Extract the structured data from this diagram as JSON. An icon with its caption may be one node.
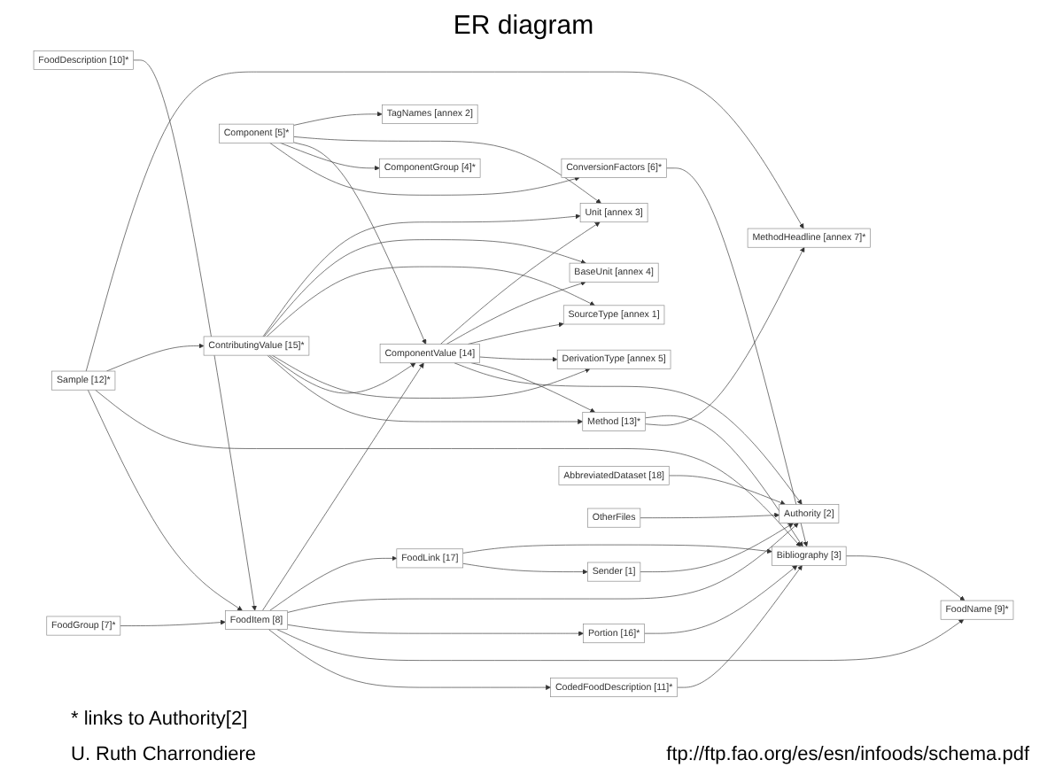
{
  "diagram": {
    "title": "ER diagram",
    "nodes": [
      {
        "text": [
          "CodedFoodDescription [11]*"
        ]
      },
      {
        "text": [
          "FoodGroup [7]*"
        ]
      },
      {
        "text": [
          "FoodName [9]*"
        ]
      },
      {
        "text": [
          "Portion [16]*"
        ]
      },
      {
        "text": [
          "Sender [1]"
        ]
      },
      {
        "text": [
          "FoodLink [17]"
        ]
      },
      {
        "text": [
          "FoodDescription [10]*"
        ]
      },
      {
        "text": [
          "FoodItem [8]"
        ]
      },
      {
        "text": [
          "Authority [2]"
        ]
      },
      {
        "text": [
          "AbbreviatedDataset [18]"
        ]
      },
      {
        "text": [
          "Bibliography [3]"
        ]
      },
      {
        "text": [
          "ConversionFactors [6]*"
        ]
      },
      {
        "text": [
          "OtherFiles"
        ]
      },
      {
        "text": [
          "Sample [12]*"
        ]
      },
      {
        "text": [
          "Method [13]*"
        ]
      },
      {
        "text": [
          "MethodHeadline [annex 7]*"
        ]
      },
      {
        "text": [
          "Component [5]*"
        ]
      },
      {
        "text": [
          "ComponentGroup [4]*"
        ]
      },
      {
        "text": [
          "ContributingValue [15]*"
        ]
      },
      {
        "text": [
          "ComponentValue [14]"
        ]
      },
      {
        "text": [
          "DerivationType [annex 5]"
        ]
      },
      {
        "text": [
          "Unit [annex 3]"
        ]
      },
      {
        "text": [
          "TagNames [annex 2]"
        ]
      },
      {
        "text": [
          "SourceType [annex 1]"
        ]
      },
      {
        "text": [
          "BaseUnit [annex 4]"
        ]
      }
    ],
    "edges": [
      {
        "from": 7,
        "to": 0,
        "arrow": "to"
      },
      {
        "from": 1,
        "to": 7,
        "arrow": "to"
      },
      {
        "from": 6,
        "to": 7,
        "arrow": "to"
      },
      {
        "from": 7,
        "to": 2,
        "arrow": "to"
      },
      {
        "from": 10,
        "to": 2,
        "arrow": "to"
      },
      {
        "from": 0,
        "to": 10,
        "arrow": "to"
      },
      {
        "from": 3,
        "to": 10,
        "arrow": "to"
      },
      {
        "from": 7,
        "to": 3,
        "arrow": "to"
      },
      {
        "from": 7,
        "to": 8,
        "arrow": "to"
      },
      {
        "from": 4,
        "to": 8,
        "arrow": "to"
      },
      {
        "from": 5,
        "to": 4,
        "arrow": "to"
      },
      {
        "from": 7,
        "to": 5,
        "arrow": "to"
      },
      {
        "from": 5,
        "to": 10,
        "arrow": "to"
      },
      {
        "from": 9,
        "to": 8,
        "arrow": "to"
      },
      {
        "from": 12,
        "to": 8,
        "arrow": "to"
      },
      {
        "from": 19,
        "to": 8,
        "arrow": "to"
      },
      {
        "from": 11,
        "to": 10,
        "arrow": "to"
      },
      {
        "from": 16,
        "to": 11,
        "arrow": "to"
      },
      {
        "from": 13,
        "to": 7,
        "arrow": "to"
      },
      {
        "from": 13,
        "to": 10,
        "arrow": "to"
      },
      {
        "from": 13,
        "to": 18,
        "arrow": "to"
      },
      {
        "from": 13,
        "to": 15,
        "arrow": "to"
      },
      {
        "from": 14,
        "to": 15,
        "arrow": "to"
      },
      {
        "from": 18,
        "to": 14,
        "arrow": "to"
      },
      {
        "from": 19,
        "to": 14,
        "arrow": "to"
      },
      {
        "from": 14,
        "to": 10,
        "arrow": "to"
      },
      {
        "from": 16,
        "to": 17,
        "arrow": "to"
      },
      {
        "from": 16,
        "to": 19,
        "arrow": "to"
      },
      {
        "from": 16,
        "to": 21,
        "arrow": "to"
      },
      {
        "from": 16,
        "to": 22,
        "arrow": "to"
      },
      {
        "from": 18,
        "to": 19,
        "arrow": "to"
      },
      {
        "from": 19,
        "to": 20,
        "arrow": "to"
      },
      {
        "from": 18,
        "to": 20,
        "arrow": "to"
      },
      {
        "from": 18,
        "to": 23,
        "arrow": "to"
      },
      {
        "from": 19,
        "to": 23,
        "arrow": "to"
      },
      {
        "from": 19,
        "to": 24,
        "arrow": "to"
      },
      {
        "from": 18,
        "to": 24,
        "arrow": "to"
      },
      {
        "from": 19,
        "to": 21,
        "arrow": "to"
      },
      {
        "from": 18,
        "to": 21,
        "arrow": "to"
      },
      {
        "from": 7,
        "to": 19,
        "arrow": "to"
      }
    ],
    "labels": [
      "* links to Authority[2]",
      "U. Ruth Charrondiere",
      "ftp://ftp.fao.org/es/esn/infoods/schema.pdf"
    ]
  }
}
